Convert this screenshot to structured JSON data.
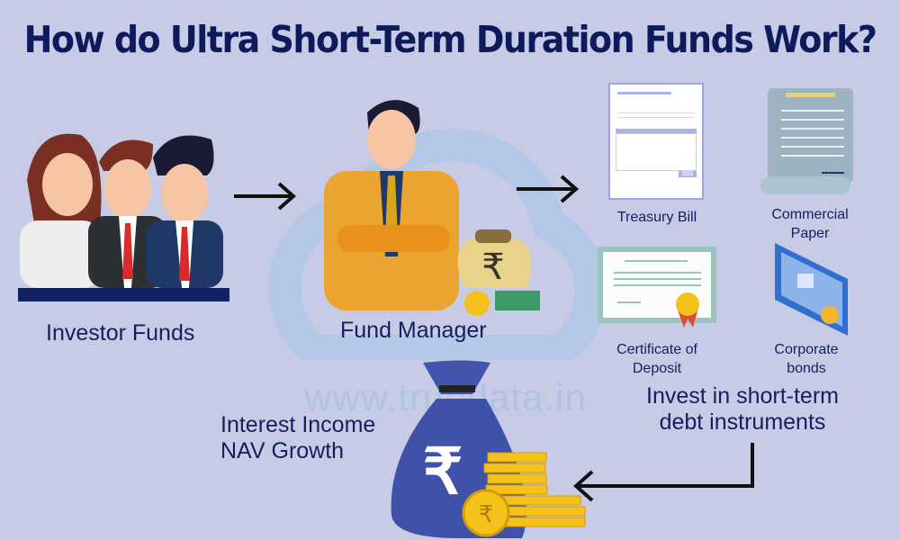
{
  "title": "How do Ultra Short-Term Duration Funds Work?",
  "watermark": "www.truedata.in",
  "steps": {
    "investors": "Investor Funds",
    "manager": "Fund Manager",
    "invest": [
      "Invest in short-term",
      "debt instruments"
    ],
    "returns": [
      "Interest Income",
      "NAV Growth"
    ]
  },
  "instruments": [
    {
      "label": [
        "Treasury Bill"
      ],
      "icon": "treasury-bill-icon"
    },
    {
      "label": [
        "Commercial",
        "Paper"
      ],
      "icon": "commercial-paper-icon"
    },
    {
      "label": [
        "Certificate of",
        "Deposit"
      ],
      "icon": "certificate-icon"
    },
    {
      "label": [
        "Corporate",
        "bonds"
      ],
      "icon": "bond-icon"
    }
  ],
  "treasury_bill_amount": "$$$",
  "currency_symbol": "₹",
  "colors": {
    "background": "#c7cbe6",
    "title": "#0d1a5c",
    "moneybag": "#3f51a8",
    "coin": "#f5c21b",
    "suit": "#f0a01c"
  }
}
